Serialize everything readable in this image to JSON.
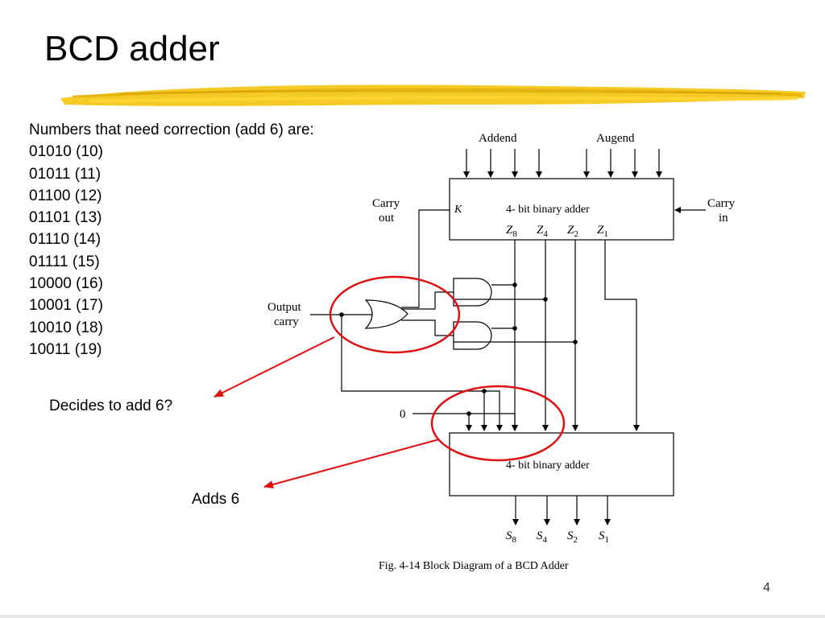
{
  "slide": {
    "title": "BCD adder",
    "page_number": "4"
  },
  "correction_list": {
    "heading": "Numbers that need correction (add 6) are:",
    "items": [
      "01010 (10)",
      "01011 (11)",
      "01100 (12)",
      "01101 (13)",
      "01110 (14)",
      "01111 (15)",
      "10000 (16)",
      "10001 (17)",
      "10010 (18)",
      "10011 (19)"
    ]
  },
  "callouts": {
    "decides": "Decides to add 6?",
    "adds": "Adds 6"
  },
  "diagram": {
    "addend": "Addend",
    "augend": "Augend",
    "carry_out": [
      "Carry",
      "out"
    ],
    "carry_in": [
      "Carry",
      "in"
    ],
    "k_label": "K",
    "top_adder": "4- bit binary adder",
    "bottom_adder": "4- bit binary adder",
    "z_labels": [
      {
        "base": "Z",
        "sub": "8"
      },
      {
        "base": "Z",
        "sub": "4"
      },
      {
        "base": "Z",
        "sub": "2"
      },
      {
        "base": "Z",
        "sub": "1"
      }
    ],
    "output_carry": [
      "Output",
      "carry"
    ],
    "zero": "0",
    "s_labels": [
      {
        "base": "S",
        "sub": "8"
      },
      {
        "base": "S",
        "sub": "4"
      },
      {
        "base": "S",
        "sub": "2"
      },
      {
        "base": "S",
        "sub": "1"
      }
    ],
    "caption": "Fig. 4-14  Block Diagram of a BCD Adder"
  },
  "colors": {
    "highlight_red": "#e01010",
    "brush_yellow": "#f2c200"
  }
}
